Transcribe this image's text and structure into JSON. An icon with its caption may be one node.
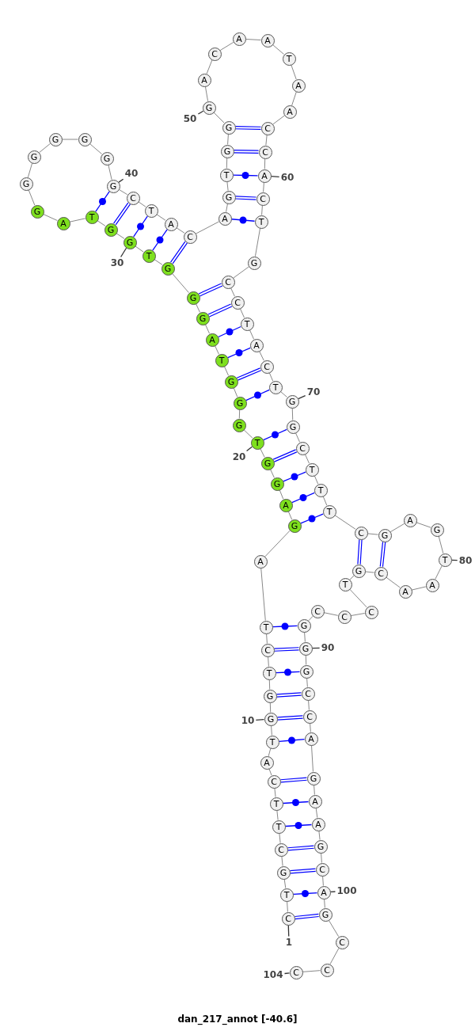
{
  "diagram": {
    "caption": "dan_217_annot [-40.6]",
    "nodes": [
      {
        "text": [
          "C"
        ]
      },
      {
        "text": [
          "T"
        ]
      },
      {
        "text": [
          "G"
        ]
      },
      {
        "text": [
          "C"
        ]
      },
      {
        "text": [
          "T"
        ]
      },
      {
        "text": [
          "T"
        ]
      },
      {
        "text": [
          "C"
        ]
      },
      {
        "text": [
          "A"
        ]
      },
      {
        "text": [
          "T"
        ]
      },
      {
        "text": [
          "G"
        ]
      },
      {
        "text": [
          "G"
        ]
      },
      {
        "text": [
          "T"
        ]
      },
      {
        "text": [
          "C"
        ]
      },
      {
        "text": [
          "T"
        ]
      },
      {
        "text": [
          "A"
        ]
      },
      {
        "text": [
          "G"
        ]
      },
      {
        "text": [
          "A"
        ]
      },
      {
        "text": [
          "G"
        ]
      },
      {
        "text": [
          "G"
        ]
      },
      {
        "text": [
          "T"
        ]
      },
      {
        "text": [
          "G"
        ]
      },
      {
        "text": [
          "G"
        ]
      },
      {
        "text": [
          "G"
        ]
      },
      {
        "text": [
          "T"
        ]
      },
      {
        "text": [
          "A"
        ]
      },
      {
        "text": [
          "G"
        ]
      },
      {
        "text": [
          "G"
        ]
      },
      {
        "text": [
          "G"
        ]
      },
      {
        "text": [
          "T"
        ]
      },
      {
        "text": [
          "G"
        ]
      },
      {
        "text": [
          "G"
        ]
      },
      {
        "text": [
          "T"
        ]
      },
      {
        "text": [
          "A"
        ]
      },
      {
        "text": [
          "G"
        ]
      },
      {
        "text": [
          "G"
        ]
      },
      {
        "text": [
          "G"
        ]
      },
      {
        "text": [
          "G"
        ]
      },
      {
        "text": [
          "G"
        ]
      },
      {
        "text": [
          "G"
        ]
      },
      {
        "text": [
          "G"
        ]
      },
      {
        "text": [
          "C"
        ]
      },
      {
        "text": [
          "T"
        ]
      },
      {
        "text": [
          "A"
        ]
      },
      {
        "text": [
          "C"
        ]
      },
      {
        "text": [
          "A"
        ]
      },
      {
        "text": [
          "G"
        ]
      },
      {
        "text": [
          "T"
        ]
      },
      {
        "text": [
          "G"
        ]
      },
      {
        "text": [
          "G"
        ]
      },
      {
        "text": [
          "G"
        ]
      },
      {
        "text": [
          "A"
        ]
      },
      {
        "text": [
          "C"
        ]
      },
      {
        "text": [
          "A"
        ]
      },
      {
        "text": [
          "A"
        ]
      },
      {
        "text": [
          "T"
        ]
      },
      {
        "text": [
          "A"
        ]
      },
      {
        "text": [
          "A"
        ]
      },
      {
        "text": [
          "C"
        ]
      },
      {
        "text": [
          "C"
        ]
      },
      {
        "text": [
          "A"
        ]
      },
      {
        "text": [
          "C"
        ]
      },
      {
        "text": [
          "T"
        ]
      },
      {
        "text": [
          "G"
        ]
      },
      {
        "text": [
          "C"
        ]
      },
      {
        "text": [
          "C"
        ]
      },
      {
        "text": [
          "T"
        ]
      },
      {
        "text": [
          "A"
        ]
      },
      {
        "text": [
          "C"
        ]
      },
      {
        "text": [
          "T"
        ]
      },
      {
        "text": [
          "G"
        ]
      },
      {
        "text": [
          "G"
        ]
      },
      {
        "text": [
          "C"
        ]
      },
      {
        "text": [
          "T"
        ]
      },
      {
        "text": [
          "T"
        ]
      },
      {
        "text": [
          "T"
        ]
      },
      {
        "text": [
          "C"
        ]
      },
      {
        "text": [
          "G"
        ]
      },
      {
        "text": [
          "A"
        ]
      },
      {
        "text": [
          "G"
        ]
      },
      {
        "text": [
          "T"
        ]
      },
      {
        "text": [
          "A"
        ]
      },
      {
        "text": [
          "A"
        ]
      },
      {
        "text": [
          "C"
        ]
      },
      {
        "text": [
          "G"
        ]
      },
      {
        "text": [
          "T"
        ]
      },
      {
        "text": [
          "C"
        ]
      },
      {
        "text": [
          "C"
        ]
      },
      {
        "text": [
          "C"
        ]
      },
      {
        "text": [
          "G"
        ]
      },
      {
        "text": [
          "G"
        ]
      },
      {
        "text": [
          "G"
        ]
      },
      {
        "text": [
          "C"
        ]
      },
      {
        "text": [
          "C"
        ]
      },
      {
        "text": [
          "A"
        ]
      },
      {
        "text": [
          "G"
        ]
      },
      {
        "text": [
          "A"
        ]
      },
      {
        "text": [
          "A"
        ]
      },
      {
        "text": [
          "G"
        ]
      },
      {
        "text": [
          "C"
        ]
      },
      {
        "text": [
          "A"
        ]
      },
      {
        "text": [
          "G"
        ]
      },
      {
        "text": [
          "C"
        ]
      },
      {
        "text": [
          "C"
        ]
      },
      {
        "text": [
          "C"
        ]
      },
      {
        "text": [
          "1"
        ]
      },
      {
        "text": [
          "10"
        ]
      },
      {
        "text": [
          "20"
        ]
      },
      {
        "text": [
          "30"
        ]
      },
      {
        "text": [
          "40"
        ]
      },
      {
        "text": [
          "50"
        ]
      },
      {
        "text": [
          "60"
        ]
      },
      {
        "text": [
          "70"
        ]
      },
      {
        "text": [
          "80"
        ]
      },
      {
        "text": [
          "90"
        ]
      },
      {
        "text": [
          "100"
        ]
      },
      {
        "text": [
          "104"
        ]
      }
    ],
    "edges": [
      {
        "from": 0,
        "to": 1,
        "arrow": "none"
      },
      {
        "from": 1,
        "to": 2,
        "arrow": "none"
      },
      {
        "from": 2,
        "to": 3,
        "arrow": "none"
      },
      {
        "from": 3,
        "to": 4,
        "arrow": "none"
      },
      {
        "from": 4,
        "to": 5,
        "arrow": "none"
      },
      {
        "from": 5,
        "to": 6,
        "arrow": "none"
      },
      {
        "from": 6,
        "to": 7,
        "arrow": "none"
      },
      {
        "from": 7,
        "to": 8,
        "arrow": "none"
      },
      {
        "from": 8,
        "to": 9,
        "arrow": "none"
      },
      {
        "from": 9,
        "to": 10,
        "arrow": "none"
      },
      {
        "from": 10,
        "to": 11,
        "arrow": "none"
      },
      {
        "from": 11,
        "to": 12,
        "arrow": "none"
      },
      {
        "from": 12,
        "to": 13,
        "arrow": "none"
      },
      {
        "from": 13,
        "to": 14,
        "arrow": "none"
      },
      {
        "from": 14,
        "to": 15,
        "arrow": "none"
      },
      {
        "from": 15,
        "to": 16,
        "arrow": "none"
      },
      {
        "from": 16,
        "to": 17,
        "arrow": "none"
      },
      {
        "from": 17,
        "to": 18,
        "arrow": "none"
      },
      {
        "from": 18,
        "to": 19,
        "arrow": "none"
      },
      {
        "from": 19,
        "to": 20,
        "arrow": "none"
      },
      {
        "from": 20,
        "to": 21,
        "arrow": "none"
      },
      {
        "from": 21,
        "to": 22,
        "arrow": "none"
      },
      {
        "from": 22,
        "to": 23,
        "arrow": "none"
      },
      {
        "from": 23,
        "to": 24,
        "arrow": "none"
      },
      {
        "from": 24,
        "to": 25,
        "arrow": "none"
      },
      {
        "from": 25,
        "to": 26,
        "arrow": "none"
      },
      {
        "from": 26,
        "to": 27,
        "arrow": "none"
      },
      {
        "from": 27,
        "to": 28,
        "arrow": "none"
      },
      {
        "from": 28,
        "to": 29,
        "arrow": "none"
      },
      {
        "from": 29,
        "to": 30,
        "arrow": "none"
      },
      {
        "from": 30,
        "to": 31,
        "arrow": "none"
      },
      {
        "from": 31,
        "to": 32,
        "arrow": "none"
      },
      {
        "from": 32,
        "to": 33,
        "arrow": "none"
      },
      {
        "from": 33,
        "to": 34,
        "arrow": "none"
      },
      {
        "from": 34,
        "to": 35,
        "arrow": "none"
      },
      {
        "from": 35,
        "to": 36,
        "arrow": "none"
      },
      {
        "from": 36,
        "to": 37,
        "arrow": "none"
      },
      {
        "from": 37,
        "to": 38,
        "arrow": "none"
      },
      {
        "from": 38,
        "to": 39,
        "arrow": "none"
      },
      {
        "from": 39,
        "to": 40,
        "arrow": "none"
      },
      {
        "from": 40,
        "to": 41,
        "arrow": "none"
      },
      {
        "from": 41,
        "to": 42,
        "arrow": "none"
      },
      {
        "from": 42,
        "to": 43,
        "arrow": "none"
      },
      {
        "from": 43,
        "to": 44,
        "arrow": "none"
      },
      {
        "from": 44,
        "to": 45,
        "arrow": "none"
      },
      {
        "from": 45,
        "to": 46,
        "arrow": "none"
      },
      {
        "from": 46,
        "to": 47,
        "arrow": "none"
      },
      {
        "from": 47,
        "to": 48,
        "arrow": "none"
      },
      {
        "from": 48,
        "to": 49,
        "arrow": "none"
      },
      {
        "from": 49,
        "to": 50,
        "arrow": "none"
      },
      {
        "from": 50,
        "to": 51,
        "arrow": "none"
      },
      {
        "from": 51,
        "to": 52,
        "arrow": "none"
      },
      {
        "from": 52,
        "to": 53,
        "arrow": "none"
      },
      {
        "from": 53,
        "to": 54,
        "arrow": "none"
      },
      {
        "from": 54,
        "to": 55,
        "arrow": "none"
      },
      {
        "from": 55,
        "to": 56,
        "arrow": "none"
      },
      {
        "from": 56,
        "to": 57,
        "arrow": "none"
      },
      {
        "from": 57,
        "to": 58,
        "arrow": "none"
      },
      {
        "from": 58,
        "to": 59,
        "arrow": "none"
      },
      {
        "from": 59,
        "to": 60,
        "arrow": "none"
      },
      {
        "from": 60,
        "to": 61,
        "arrow": "none"
      },
      {
        "from": 61,
        "to": 62,
        "arrow": "none"
      },
      {
        "from": 62,
        "to": 63,
        "arrow": "none"
      },
      {
        "from": 63,
        "to": 64,
        "arrow": "none"
      },
      {
        "from": 64,
        "to": 65,
        "arrow": "none"
      },
      {
        "from": 65,
        "to": 66,
        "arrow": "none"
      },
      {
        "from": 66,
        "to": 67,
        "arrow": "none"
      },
      {
        "from": 67,
        "to": 68,
        "arrow": "none"
      },
      {
        "from": 68,
        "to": 69,
        "arrow": "none"
      },
      {
        "from": 69,
        "to": 70,
        "arrow": "none"
      },
      {
        "from": 70,
        "to": 71,
        "arrow": "none"
      },
      {
        "from": 71,
        "to": 72,
        "arrow": "none"
      },
      {
        "from": 72,
        "to": 73,
        "arrow": "none"
      },
      {
        "from": 73,
        "to": 74,
        "arrow": "none"
      },
      {
        "from": 74,
        "to": 75,
        "arrow": "none"
      },
      {
        "from": 75,
        "to": 76,
        "arrow": "none"
      },
      {
        "from": 76,
        "to": 77,
        "arrow": "none"
      },
      {
        "from": 77,
        "to": 78,
        "arrow": "none"
      },
      {
        "from": 78,
        "to": 79,
        "arrow": "none"
      },
      {
        "from": 79,
        "to": 80,
        "arrow": "none"
      },
      {
        "from": 80,
        "to": 81,
        "arrow": "none"
      },
      {
        "from": 81,
        "to": 82,
        "arrow": "none"
      },
      {
        "from": 82,
        "to": 83,
        "arrow": "none"
      },
      {
        "from": 83,
        "to": 84,
        "arrow": "none"
      },
      {
        "from": 84,
        "to": 85,
        "arrow": "none"
      },
      {
        "from": 85,
        "to": 86,
        "arrow": "none"
      },
      {
        "from": 86,
        "to": 87,
        "arrow": "none"
      },
      {
        "from": 87,
        "to": 88,
        "arrow": "none"
      },
      {
        "from": 88,
        "to": 89,
        "arrow": "none"
      },
      {
        "from": 89,
        "to": 90,
        "arrow": "none"
      },
      {
        "from": 90,
        "to": 91,
        "arrow": "none"
      },
      {
        "from": 91,
        "to": 92,
        "arrow": "none"
      },
      {
        "from": 92,
        "to": 93,
        "arrow": "none"
      },
      {
        "from": 93,
        "to": 94,
        "arrow": "none"
      },
      {
        "from": 94,
        "to": 95,
        "arrow": "none"
      },
      {
        "from": 95,
        "to": 96,
        "arrow": "none"
      },
      {
        "from": 96,
        "to": 97,
        "arrow": "none"
      },
      {
        "from": 97,
        "to": 98,
        "arrow": "none"
      },
      {
        "from": 98,
        "to": 99,
        "arrow": "none"
      },
      {
        "from": 99,
        "to": 100,
        "arrow": "none"
      },
      {
        "from": 100,
        "to": 101,
        "arrow": "none"
      },
      {
        "from": 101,
        "to": 102,
        "arrow": "none"
      },
      {
        "from": 102,
        "to": 103,
        "arrow": "none"
      },
      {
        "from": 0,
        "to": 100,
        "arrow": "none",
        "color": "#0000ff"
      },
      {
        "from": 1,
        "to": 99,
        "arrow": "none",
        "color": "#0000ff"
      },
      {
        "from": 2,
        "to": 98,
        "arrow": "none",
        "color": "#0000ff"
      },
      {
        "from": 3,
        "to": 97,
        "arrow": "none",
        "color": "#0000ff"
      },
      {
        "from": 4,
        "to": 96,
        "arrow": "none",
        "color": "#0000ff"
      },
      {
        "from": 5,
        "to": 95,
        "arrow": "none",
        "color": "#0000ff"
      },
      {
        "from": 6,
        "to": 94,
        "arrow": "none",
        "color": "#0000ff"
      },
      {
        "from": 8,
        "to": 93,
        "arrow": "none",
        "color": "#0000ff"
      },
      {
        "from": 9,
        "to": 92,
        "arrow": "none",
        "color": "#0000ff"
      },
      {
        "from": 10,
        "to": 91,
        "arrow": "none",
        "color": "#0000ff"
      },
      {
        "from": 11,
        "to": 90,
        "arrow": "none",
        "color": "#0000ff"
      },
      {
        "from": 12,
        "to": 89,
        "arrow": "none",
        "color": "#0000ff"
      },
      {
        "from": 13,
        "to": 88,
        "arrow": "none",
        "color": "#0000ff"
      },
      {
        "from": 15,
        "to": 74,
        "arrow": "none",
        "color": "#0000ff"
      },
      {
        "from": 16,
        "to": 73,
        "arrow": "none",
        "color": "#0000ff"
      },
      {
        "from": 17,
        "to": 72,
        "arrow": "none",
        "color": "#0000ff"
      },
      {
        "from": 18,
        "to": 71,
        "arrow": "none",
        "color": "#0000ff"
      },
      {
        "from": 19,
        "to": 70,
        "arrow": "none",
        "color": "#0000ff"
      },
      {
        "from": 21,
        "to": 68,
        "arrow": "none",
        "color": "#0000ff"
      },
      {
        "from": 22,
        "to": 67,
        "arrow": "none",
        "color": "#0000ff"
      },
      {
        "from": 23,
        "to": 66,
        "arrow": "none",
        "color": "#0000ff"
      },
      {
        "from": 24,
        "to": 65,
        "arrow": "none",
        "color": "#0000ff"
      },
      {
        "from": 25,
        "to": 64,
        "arrow": "none",
        "color": "#0000ff"
      },
      {
        "from": 26,
        "to": 63,
        "arrow": "none",
        "color": "#0000ff"
      },
      {
        "from": 27,
        "to": 43,
        "arrow": "none",
        "color": "#0000ff"
      },
      {
        "from": 28,
        "to": 42,
        "arrow": "none",
        "color": "#0000ff"
      },
      {
        "from": 29,
        "to": 41,
        "arrow": "none",
        "color": "#0000ff"
      },
      {
        "from": 30,
        "to": 40,
        "arrow": "none",
        "color": "#0000ff"
      },
      {
        "from": 31,
        "to": 39,
        "arrow": "none",
        "color": "#0000ff"
      },
      {
        "from": 44,
        "to": 61,
        "arrow": "none",
        "color": "#0000ff"
      },
      {
        "from": 45,
        "to": 60,
        "arrow": "none",
        "color": "#0000ff"
      },
      {
        "from": 46,
        "to": 59,
        "arrow": "none",
        "color": "#0000ff"
      },
      {
        "from": 47,
        "to": 58,
        "arrow": "none",
        "color": "#0000ff"
      },
      {
        "from": 48,
        "to": 57,
        "arrow": "none",
        "color": "#0000ff"
      },
      {
        "from": 75,
        "to": 83,
        "arrow": "none",
        "color": "#0000ff"
      },
      {
        "from": 76,
        "to": 82,
        "arrow": "none",
        "color": "#0000ff"
      },
      {
        "from": 104,
        "to": 0,
        "arrow": "none",
        "color": "#333333"
      },
      {
        "from": 105,
        "to": 9,
        "arrow": "none",
        "color": "#333333"
      },
      {
        "from": 106,
        "to": 19,
        "arrow": "none",
        "color": "#333333"
      },
      {
        "from": 107,
        "to": 29,
        "arrow": "none",
        "color": "#333333"
      },
      {
        "from": 108,
        "to": 39,
        "arrow": "none",
        "color": "#333333"
      },
      {
        "from": 109,
        "to": 49,
        "arrow": "none",
        "color": "#333333"
      },
      {
        "from": 110,
        "to": 59,
        "arrow": "none",
        "color": "#333333"
      },
      {
        "from": 111,
        "to": 69,
        "arrow": "none",
        "color": "#333333"
      },
      {
        "from": 112,
        "to": 79,
        "arrow": "none",
        "color": "#333333"
      },
      {
        "from": 113,
        "to": 89,
        "arrow": "none",
        "color": "#333333"
      },
      {
        "from": 114,
        "to": 99,
        "arrow": "none",
        "color": "#333333"
      },
      {
        "from": 115,
        "to": 103,
        "arrow": "none",
        "color": "#333333"
      }
    ]
  }
}
